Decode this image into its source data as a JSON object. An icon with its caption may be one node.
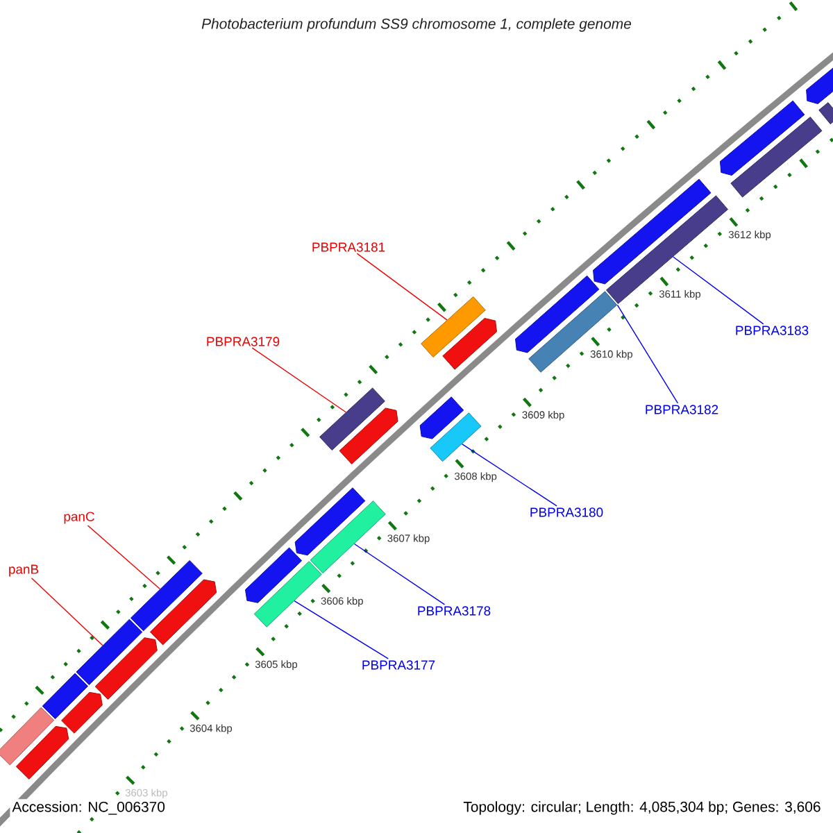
{
  "diagram": {
    "title": "Photobacterium profundum SS9 chromosome 1, complete genome",
    "nodes": [
      {
        "text": [
          "PBPRA3181"
        ]
      },
      {
        "text": [
          "PBPRA3183"
        ]
      },
      {
        "text": [
          "PBPRA3179"
        ]
      },
      {
        "text": [
          "PBPRA3182"
        ]
      },
      {
        "text": [
          "PBPRA3180"
        ]
      },
      {
        "text": [
          "panC"
        ]
      },
      {
        "text": [
          "panB"
        ]
      },
      {
        "text": [
          "PBPRA3178"
        ]
      },
      {
        "text": [
          "PBPRA3177"
        ]
      },
      {
        "text": [],
        "shape": "bar"
      },
      {
        "text": [],
        "shape": "pentagon"
      },
      {
        "text": [],
        "shape": "bar"
      },
      {
        "text": [],
        "shape": "pentagon"
      },
      {
        "text": [],
        "shape": "bar"
      },
      {
        "text": [],
        "shape": "pentagon"
      },
      {
        "text": [],
        "shape": "bar"
      },
      {
        "text": [],
        "shape": "pentagon"
      },
      {
        "text": [],
        "shape": "bar"
      },
      {
        "text": [],
        "shape": "pentagon"
      },
      {
        "text": [],
        "shape": "pentagon"
      },
      {
        "text": [],
        "shape": "bar"
      },
      {
        "text": [],
        "shape": "bar"
      },
      {
        "text": [],
        "shape": "pentagon"
      },
      {
        "text": [],
        "shape": "bar"
      },
      {
        "text": [],
        "shape": "pentagon"
      },
      {
        "text": [],
        "shape": "bar"
      },
      {
        "text": [],
        "shape": "pentagon"
      },
      {
        "text": [],
        "shape": "bar"
      },
      {
        "text": [],
        "shape": "pentagon"
      },
      {
        "text": [],
        "shape": "bar"
      },
      {
        "text": [],
        "shape": "pentagon"
      },
      {
        "text": [],
        "shape": "bar"
      },
      {
        "text": [],
        "shape": "pentagon"
      },
      {
        "text": [],
        "shape": "bar"
      },
      {
        "text": [],
        "shape": "pentagon"
      }
    ],
    "edges": [
      {
        "from": 6,
        "to": 13,
        "arrow": "none",
        "color": "#ee0000"
      },
      {
        "from": 5,
        "to": 15,
        "arrow": "none",
        "color": "#ee0000"
      },
      {
        "from": 8,
        "to": 17,
        "arrow": "none"
      },
      {
        "from": 7,
        "to": 20,
        "arrow": "none"
      },
      {
        "from": 2,
        "to": 21,
        "arrow": "none",
        "color": "#ee0000"
      },
      {
        "from": 4,
        "to": 23,
        "arrow": "none"
      },
      {
        "from": 0,
        "to": 25,
        "arrow": "none",
        "color": "#ee0000"
      },
      {
        "from": 3,
        "to": 27,
        "arrow": "none"
      },
      {
        "from": 1,
        "to": 29,
        "arrow": "none"
      }
    ],
    "labels": [
      "3612 kbp",
      "3611 kbp",
      "3610 kbp",
      "3609 kbp",
      "3608 kbp",
      "3607 kbp",
      "3606 kbp",
      "3605 kbp",
      "3604 kbp",
      "3603 kbp",
      "Accession: NC_006370",
      "Topology: circular; Length: 4,085,304 bp; Genes: 3,606"
    ]
  }
}
